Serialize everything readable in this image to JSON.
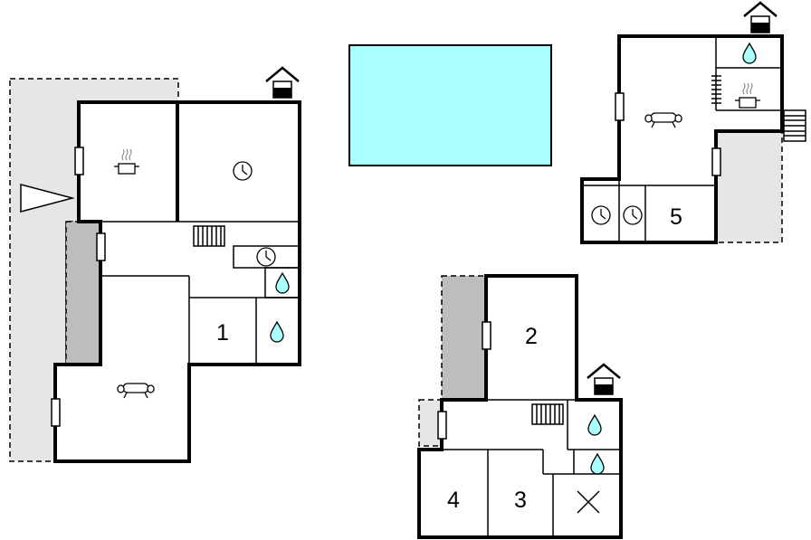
{
  "rooms": {
    "r1": "1",
    "r2": "2",
    "r3": "3",
    "r4": "4",
    "r5": "5"
  },
  "colors": {
    "pool": "#aaffff",
    "terrace": "#e6e6e6",
    "terrace_dark": "#bdbdbd",
    "wall": "#000000",
    "water": "#aaffff"
  },
  "icons": [
    "house-icon",
    "pool",
    "stove-icon",
    "clock-icon",
    "water-drop-icon",
    "sofa-icon",
    "stairs-icon",
    "cross-icon",
    "entrance-arrow-icon"
  ]
}
